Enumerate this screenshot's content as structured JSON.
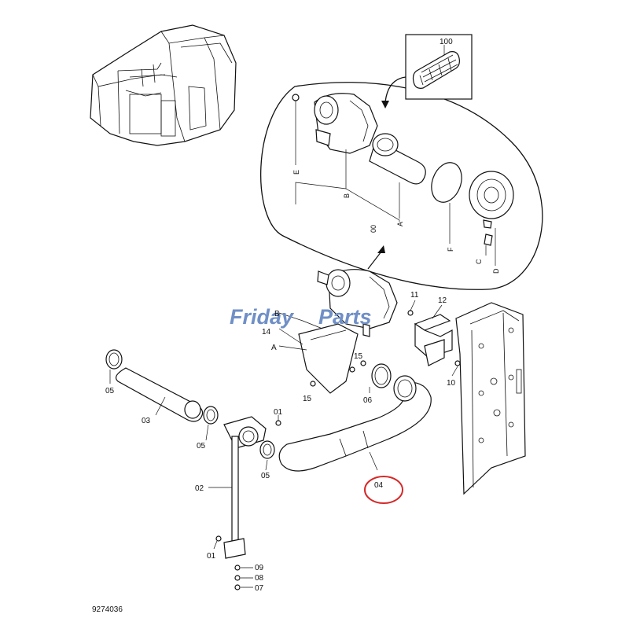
{
  "watermark": {
    "word1": "Friday",
    "word2": "Parts",
    "color": "#6f8fc6"
  },
  "drawing_number": "9274036",
  "highlight_color": "#d62828",
  "labels": {
    "p100": "100",
    "pE": "E",
    "pB": "B",
    "p00": "00",
    "pA": "A",
    "pF": "F",
    "pC": "C",
    "pD": "D",
    "p11": "11",
    "p12": "12",
    "p10": "10",
    "p14": "14",
    "p14B": "B",
    "p14A": "A",
    "p15a": "15",
    "p15b": "15",
    "p06": "06",
    "p05a": "05",
    "p05b": "05",
    "p05c": "05",
    "p03": "03",
    "p01a": "01",
    "p01b": "01",
    "p02": "02",
    "p04": "04",
    "p09": "09",
    "p08": "08",
    "p07": "07"
  },
  "icons": {
    "machine": "excavator-cab-icon",
    "filter_element": "filter-element-icon",
    "air_cleaner": "air-cleaner-icon"
  }
}
